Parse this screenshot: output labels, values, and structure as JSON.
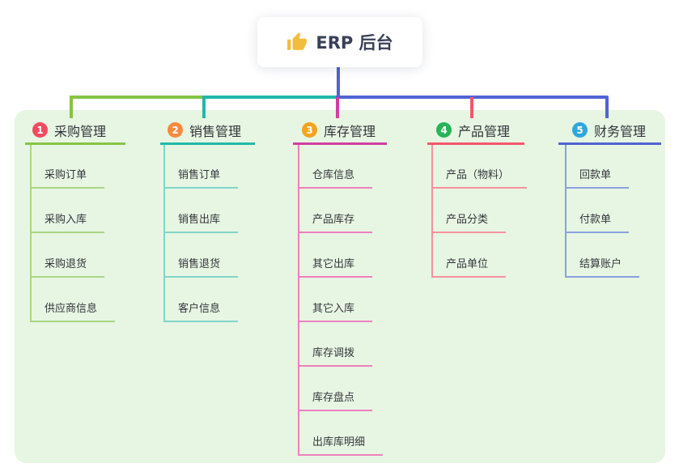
{
  "root": {
    "title": "ERP 后台",
    "icon": "thumbs-up-icon"
  },
  "connector": {
    "indigo": "#5064d2"
  },
  "colors": {
    "panel_bg": "#e6f6e2",
    "canvas_bg": "#ffffff",
    "title_color": "#3a4058",
    "icon_color": "#f2bd3c"
  },
  "branches": [
    {
      "num": "1",
      "label": "采购管理",
      "badge_color": "#f24b5f",
      "line_color": "#86c445",
      "child_line_color": "#a9d684",
      "children": [
        "采购订单",
        "采购入库",
        "采购退货",
        "供应商信息"
      ]
    },
    {
      "num": "2",
      "label": "销售管理",
      "badge_color": "#fa8a3e",
      "line_color": "#20b9aa",
      "child_line_color": "#82d5c9",
      "children": [
        "销售订单",
        "销售出库",
        "销售退货",
        "客户信息"
      ]
    },
    {
      "num": "3",
      "label": "库存管理",
      "badge_color": "#f5a31f",
      "line_color": "#d23da2",
      "child_line_color": "#f07fc0",
      "children": [
        "仓库信息",
        "产品库存",
        "其它出库",
        "其它入库",
        "库存调拨",
        "库存盘点",
        "出库库明细"
      ]
    },
    {
      "num": "4",
      "label": "产品管理",
      "badge_color": "#27b356",
      "line_color": "#f4566c",
      "child_line_color": "#f7909f",
      "children": [
        "产品（物料）",
        "产品分类",
        "产品单位"
      ]
    },
    {
      "num": "5",
      "label": "财务管理",
      "badge_color": "#30a6dd",
      "line_color": "#5064d2",
      "child_line_color": "#89a0e0",
      "children": [
        "回款单",
        "付款单",
        "结算账户"
      ]
    }
  ]
}
